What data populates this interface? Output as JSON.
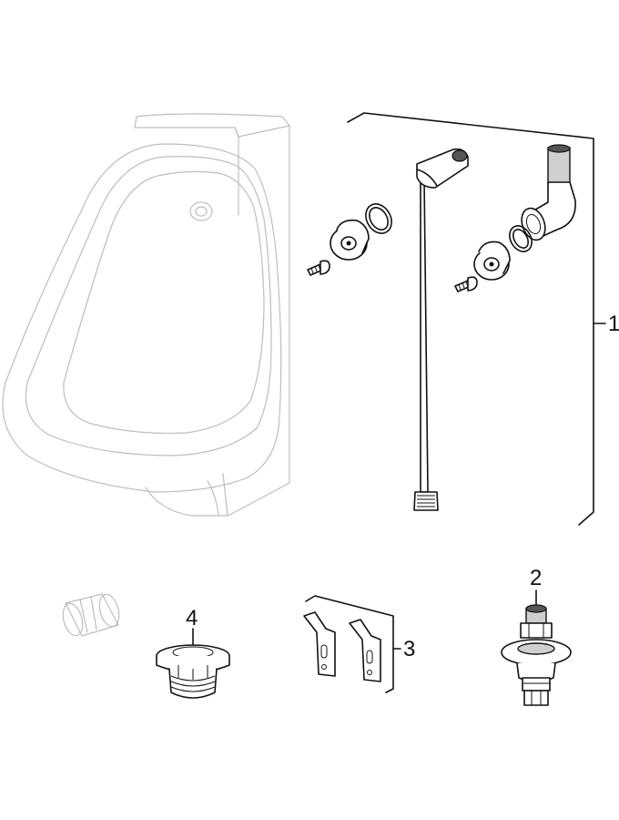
{
  "diagram": {
    "callouts": {
      "item1": "1",
      "item2": "2",
      "item3": "3",
      "item4": "4"
    }
  }
}
